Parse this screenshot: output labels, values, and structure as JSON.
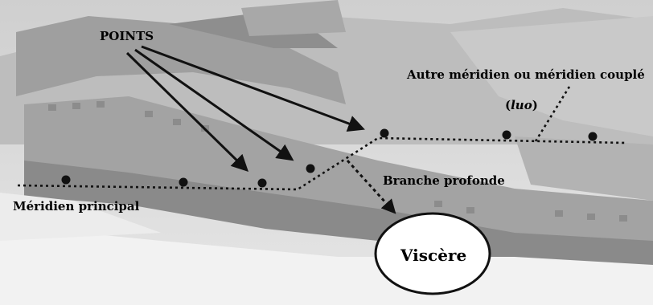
{
  "labels": {
    "points": "POINTS",
    "autre_meridien": "Autre méridien ou méridien couplé",
    "luo_open": "(",
    "luo": "luo",
    "luo_close": ")",
    "branche_profonde": "Branche profonde",
    "meridien_principal": "Méridien principal",
    "viscere": "Viscère"
  },
  "colors": {
    "ink": "#111111",
    "background": "#dcdcdc",
    "viscere_fill": "#ffffff"
  },
  "background_image": "great-wall-photo"
}
